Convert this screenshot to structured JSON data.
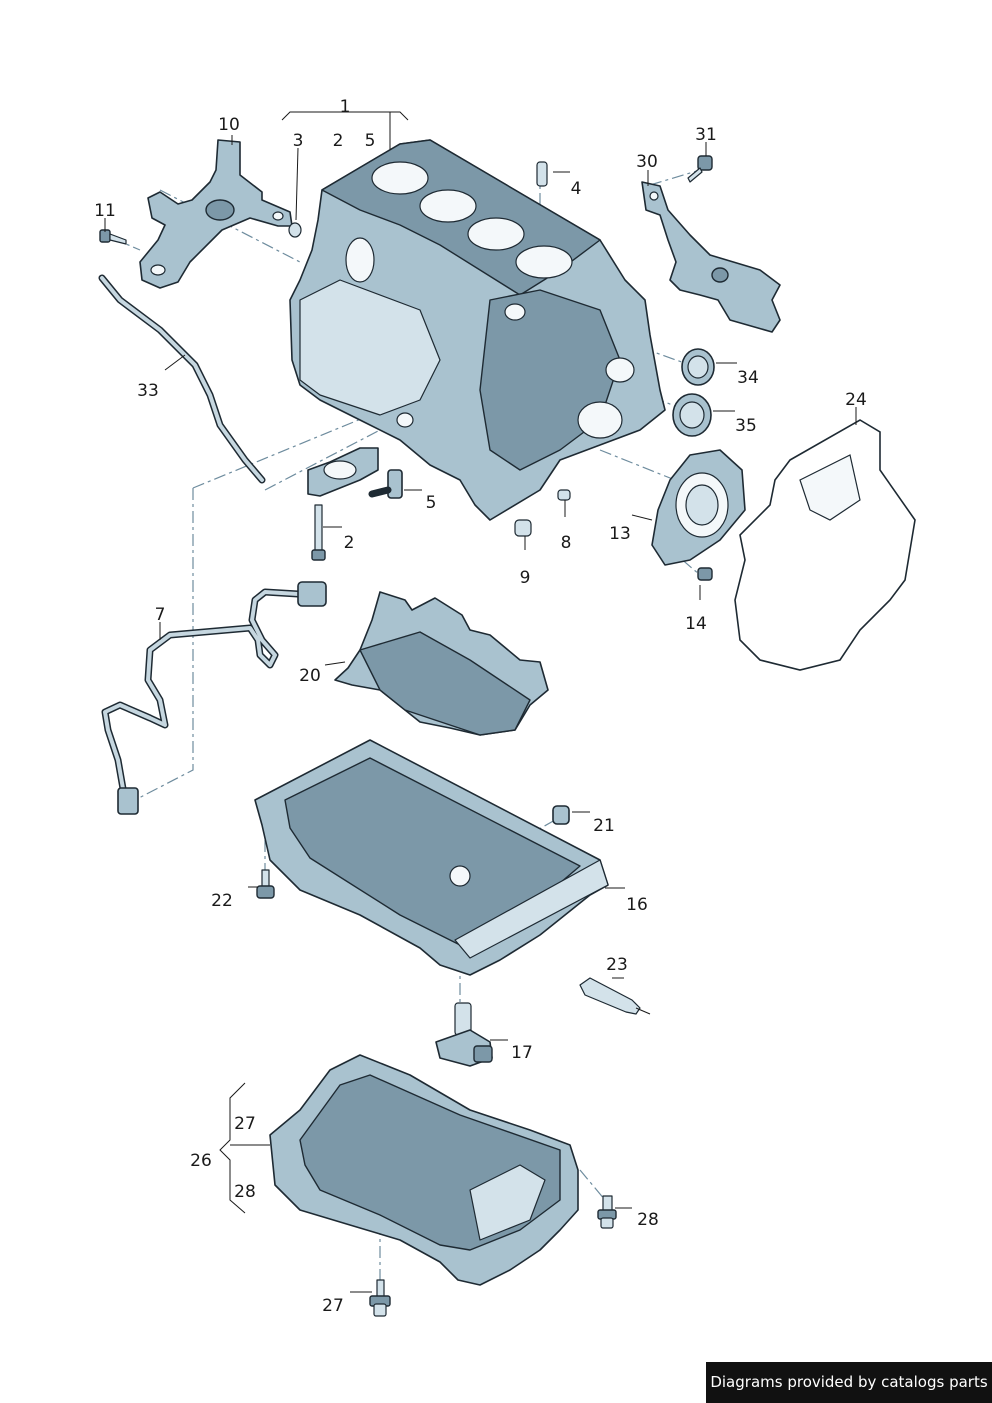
{
  "diagram": {
    "labels": [
      {
        "id": "p1",
        "text": "1"
      },
      {
        "id": "p3",
        "text": "3"
      },
      {
        "id": "p2a",
        "text": "2"
      },
      {
        "id": "p5a",
        "text": "5"
      },
      {
        "id": "p10",
        "text": "10"
      },
      {
        "id": "p11",
        "text": "11"
      },
      {
        "id": "p4",
        "text": "4"
      },
      {
        "id": "p31",
        "text": "31"
      },
      {
        "id": "p30",
        "text": "30"
      },
      {
        "id": "p33",
        "text": "33"
      },
      {
        "id": "p34",
        "text": "34"
      },
      {
        "id": "p35",
        "text": "35"
      },
      {
        "id": "p24",
        "text": "24"
      },
      {
        "id": "p5b",
        "text": "5"
      },
      {
        "id": "p2b",
        "text": "2"
      },
      {
        "id": "p8",
        "text": "8"
      },
      {
        "id": "p9",
        "text": "9"
      },
      {
        "id": "p13",
        "text": "13"
      },
      {
        "id": "p14",
        "text": "14"
      },
      {
        "id": "p7",
        "text": "7"
      },
      {
        "id": "p20",
        "text": "20"
      },
      {
        "id": "p21",
        "text": "21"
      },
      {
        "id": "p22",
        "text": "22"
      },
      {
        "id": "p16",
        "text": "16"
      },
      {
        "id": "p23",
        "text": "23"
      },
      {
        "id": "p17",
        "text": "17"
      },
      {
        "id": "p26",
        "text": "26"
      },
      {
        "id": "p27a",
        "text": "27"
      },
      {
        "id": "p28a",
        "text": "28"
      },
      {
        "id": "p28b",
        "text": "28"
      },
      {
        "id": "p27b",
        "text": "27"
      }
    ]
  },
  "footer": {
    "credit": "Diagrams provided by catalogs parts"
  }
}
